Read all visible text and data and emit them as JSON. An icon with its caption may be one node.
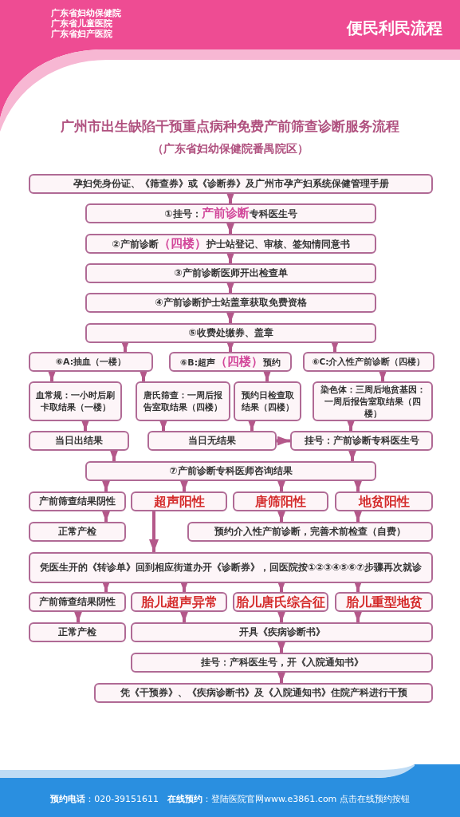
{
  "diagram": {
    "title": "广州市出生缺陷干预重点病种免费产前筛查诊断服务流程",
    "nodes": [
      {
        "text": [
          "孕妇凭身份证、《筛查券》或《诊断券》及广州市孕产妇系统保健管理手册"
        ]
      },
      {
        "text": [
          "①挂号：**产前诊断**专科医生号"
        ]
      },
      {
        "text": [
          "②产前诊断**（四楼）**护士站登记、审核、签知情同意书"
        ]
      },
      {
        "text": [
          "③产前诊断医师开出检查单"
        ]
      },
      {
        "text": [
          "④产前诊断护士站盖章获取免费资格"
        ]
      },
      {
        "text": [
          "⑤收费处缴券、盖章"
        ]
      },
      {
        "text": [
          "⑥A:抽血（一楼）"
        ]
      },
      {
        "text": [
          "⑥B:超声**（四楼）**预约"
        ]
      },
      {
        "text": [
          "⑥C:介入性产前诊断（四楼）"
        ]
      },
      {
        "text": [
          "血常规：一小时后刷卡取结果（一楼）"
        ]
      },
      {
        "text": [
          "唐氏筛查：一周后报告室取结果（四楼）"
        ]
      },
      {
        "text": [
          "预约日检查取结果（四楼）"
        ]
      },
      {
        "text": [
          "染色体：三周后地贫基因：一周后报告室取结果（四楼）"
        ]
      },
      {
        "text": [
          "当日出结果"
        ]
      },
      {
        "text": [
          "当日无结果"
        ]
      },
      {
        "text": [
          "挂号：产前诊断专科医生号"
        ]
      },
      {
        "text": [
          "⑦产前诊断专科医师咨询结果"
        ]
      },
      {
        "text": [
          "产前筛查结果阴性"
        ]
      },
      {
        "text": [
          "超声阳性"
        ]
      },
      {
        "text": [
          "唐筛阳性"
        ]
      },
      {
        "text": [
          "地贫阳性"
        ]
      },
      {
        "text": [
          "正常产检"
        ]
      },
      {
        "text": [
          "预约介入性产前诊断，完善术前检查（自费）"
        ]
      },
      {
        "text": [
          "凭医生开的《转诊单》回到相应街道办开《诊断券》，回医院按①②③④⑤⑥⑦步骤再次就诊"
        ]
      },
      {
        "text": [
          "产前筛查结果阴性"
        ]
      },
      {
        "text": [
          "胎儿超声异常"
        ]
      },
      {
        "text": [
          "胎儿唐氏综合征"
        ]
      },
      {
        "text": [
          "胎儿重型地贫"
        ]
      },
      {
        "text": [
          "正常产检"
        ]
      },
      {
        "text": [
          "开具《疾病诊断书》"
        ]
      },
      {
        "text": [
          "挂号：产科医生号，开《入院通知书》"
        ]
      },
      {
        "text": [
          "凭《干预券》、《疾病诊断书》及《入院通知书》住院产科进行干预"
        ]
      }
    ],
    "edges": [
      {
        "from": 0,
        "to": 1,
        "arrow": "to"
      },
      {
        "from": 1,
        "to": 2,
        "arrow": "to"
      },
      {
        "from": 2,
        "to": 3,
        "arrow": "to"
      },
      {
        "from": 3,
        "to": 4,
        "arrow": "to"
      },
      {
        "from": 4,
        "to": 5,
        "arrow": "to"
      },
      {
        "from": 5,
        "to": 6,
        "arrow": "to"
      },
      {
        "from": 5,
        "to": 7,
        "arrow": "to"
      },
      {
        "from": 5,
        "to": 8,
        "arrow": "to"
      },
      {
        "from": 6,
        "to": 9,
        "arrow": "to"
      },
      {
        "from": 6,
        "to": 10,
        "arrow": "to"
      },
      {
        "from": 7,
        "to": 11,
        "arrow": "to"
      },
      {
        "from": 8,
        "to": 12,
        "arrow": "to"
      },
      {
        "from": 9,
        "to": 13,
        "arrow": "to"
      },
      {
        "from": 10,
        "to": 14,
        "arrow": "to"
      },
      {
        "from": 11,
        "to": 14,
        "arrow": "to"
      },
      {
        "from": 12,
        "to": 15,
        "arrow": "to"
      },
      {
        "from": 14,
        "to": 15,
        "arrow": "to"
      },
      {
        "from": 13,
        "to": 16,
        "arrow": "to"
      },
      {
        "from": 15,
        "to": 16,
        "arrow": "to"
      },
      {
        "from": 16,
        "to": 17,
        "arrow": "to"
      },
      {
        "from": 16,
        "to": 18,
        "arrow": "to"
      },
      {
        "from": 16,
        "to": 19,
        "arrow": "to"
      },
      {
        "from": 16,
        "to": 20,
        "arrow": "to"
      },
      {
        "from": 17,
        "to": 21,
        "arrow": "to"
      },
      {
        "from": 18,
        "to": 23,
        "arrow": "to"
      },
      {
        "from": 19,
        "to": 22,
        "arrow": "to"
      },
      {
        "from": 20,
        "to": 22,
        "arrow": "to"
      },
      {
        "from": 23,
        "to": 24,
        "arrow": "to"
      },
      {
        "from": 23,
        "to": 25,
        "arrow": "to"
      },
      {
        "from": 23,
        "to": 26,
        "arrow": "to"
      },
      {
        "from": 23,
        "to": 27,
        "arrow": "to"
      },
      {
        "from": 24,
        "to": 28,
        "arrow": "to"
      },
      {
        "from": 25,
        "to": 29,
        "arrow": "to"
      },
      {
        "from": 26,
        "to": 29,
        "arrow": "to"
      },
      {
        "from": 27,
        "to": 29,
        "arrow": "to"
      },
      {
        "from": 29,
        "to": 30,
        "arrow": "to"
      },
      {
        "from": 30,
        "to": 31,
        "arrow": "to"
      }
    ],
    "labels": [
      "广东省妇幼保健院",
      "广东省儿童医院",
      "广东省妇产医院",
      "便民利民流程",
      "（广东省妇幼保健院番禺院区）",
      "**预约电话**：020-39151611　**在线预约**：登陆医院官网www.e3861.com 点击在线预约按钮"
    ]
  }
}
